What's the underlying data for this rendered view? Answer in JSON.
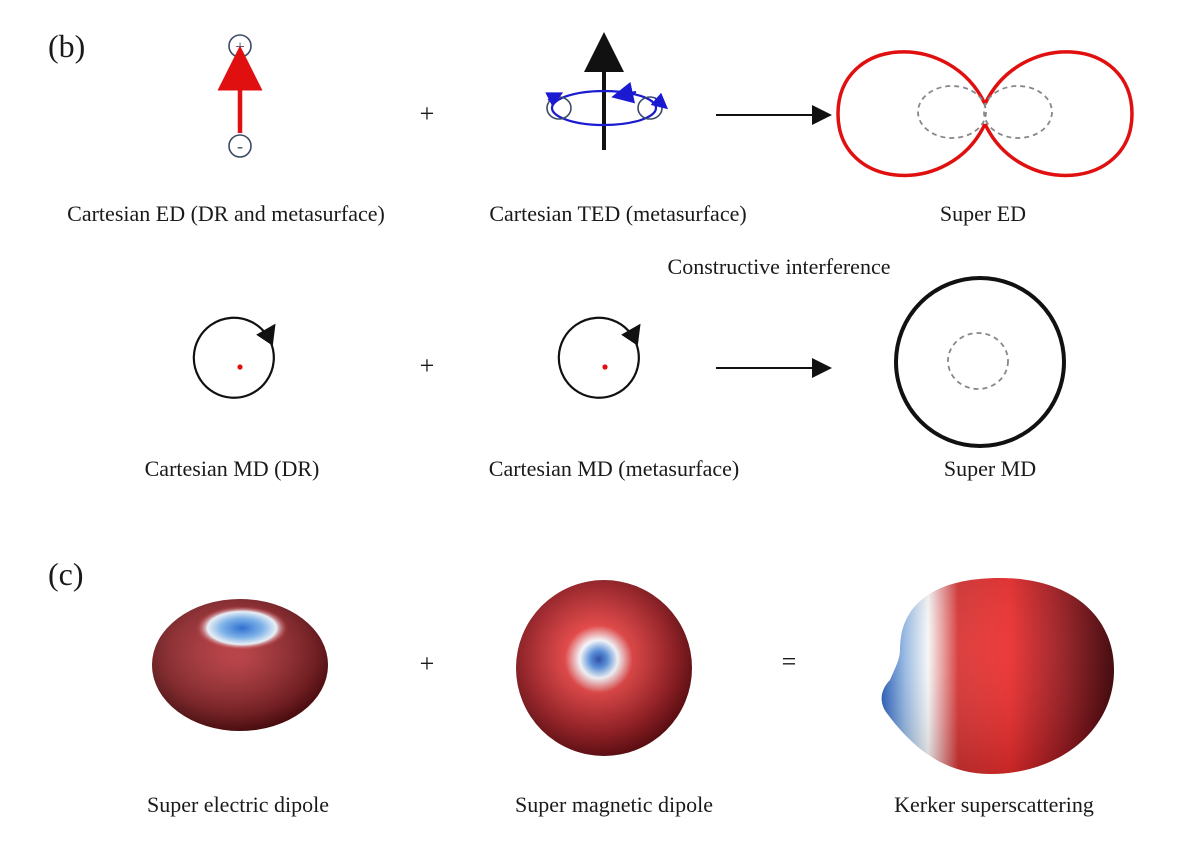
{
  "panels": {
    "b": "(b)",
    "c": "(c)"
  },
  "operators": {
    "plus": "+",
    "equals": "="
  },
  "charges": {
    "positive": "+",
    "negative": "-"
  },
  "row_ed": {
    "term1": "Cartesian ED (DR and metasurface)",
    "term2": "Cartesian TED (metasurface)",
    "result": "Super ED"
  },
  "interference_note": "Constructive interference",
  "row_md": {
    "term1": "Cartesian MD (DR)",
    "term2": "Cartesian MD (metasurface)",
    "result": "Super MD"
  },
  "row_3d": {
    "term1": "Super electric dipole",
    "term2": "Super magnetic dipole",
    "result": "Kerker superscattering"
  },
  "colors": {
    "dipole_arrow": "#e01010",
    "toroid_loop": "#1a1ad0",
    "super_ed_lobes": "#e01010",
    "super_md_ring": "#111111",
    "dashed_reference": "#888888",
    "charge_circle": "#3a4a66"
  }
}
